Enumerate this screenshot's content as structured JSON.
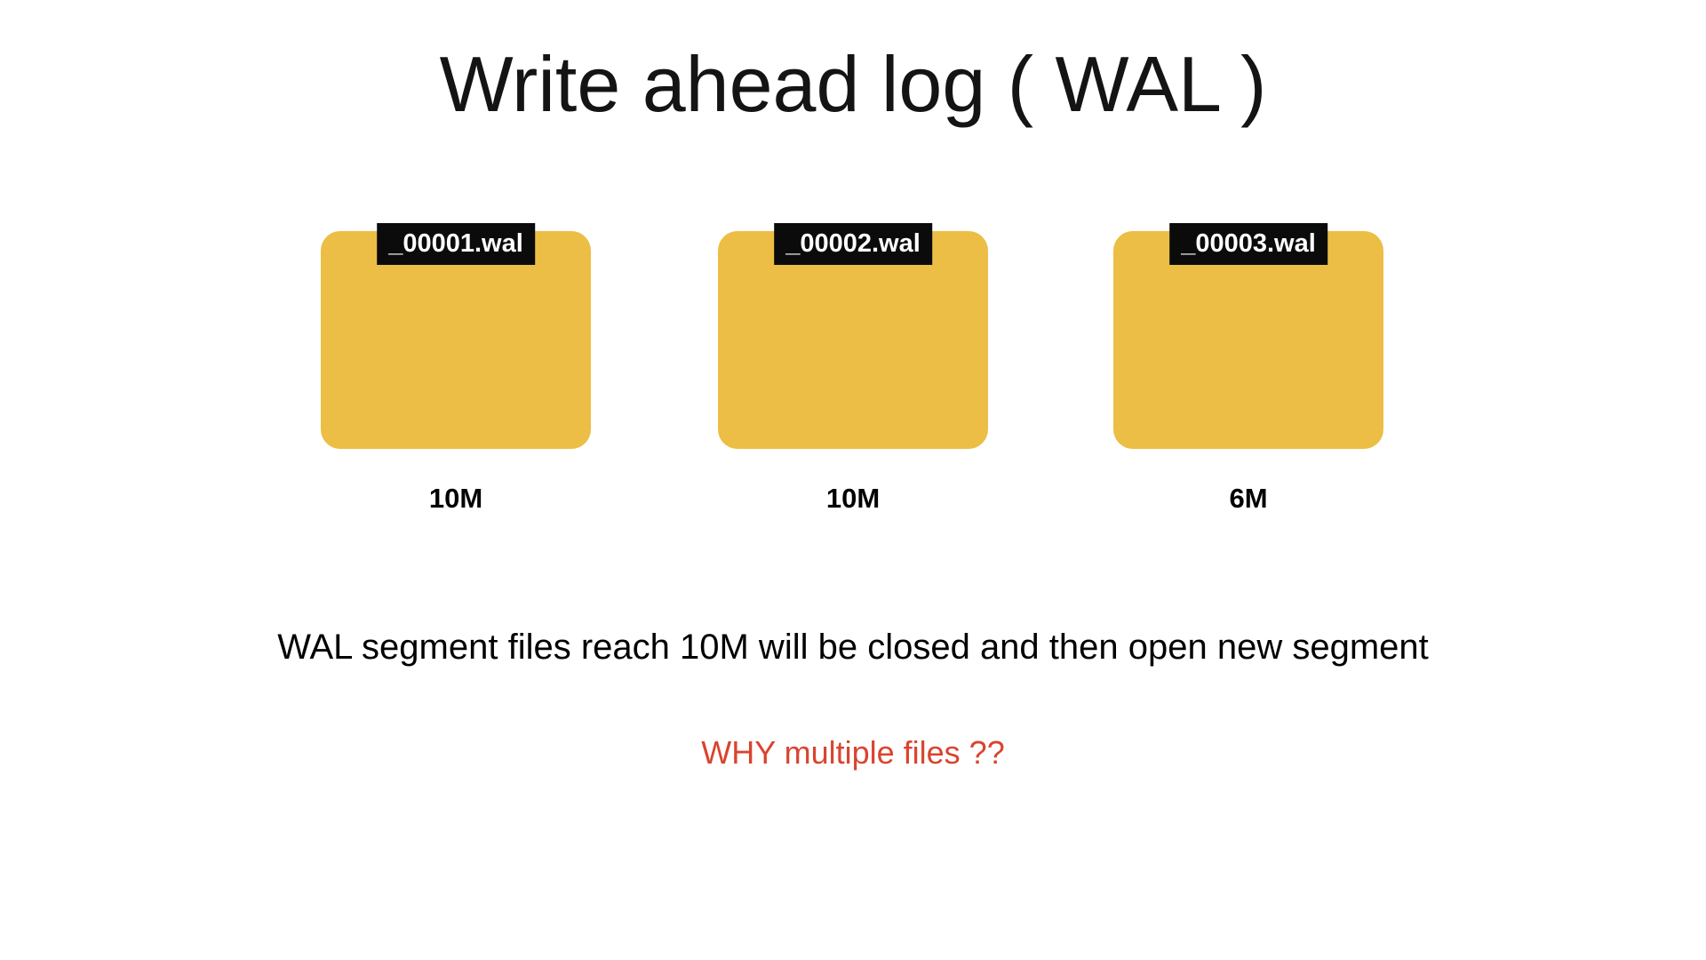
{
  "slide": {
    "title": "Write ahead log ( WAL )",
    "caption": "WAL segment files reach 10M will be closed and then open new segment",
    "question": "WHY multiple files ??"
  },
  "segments": [
    {
      "file": "_00001.wal",
      "size": "10M"
    },
    {
      "file": "_00002.wal",
      "size": "10M"
    },
    {
      "file": "_00003.wal",
      "size": "6M"
    }
  ],
  "colors": {
    "background": "#FFFFFF",
    "segment_fill": "#ECBE45",
    "file_label_bg": "#0B0B0B",
    "file_label_text": "#FFFFFF",
    "title_text": "#141414",
    "caption_text": "#000000",
    "question_text": "#D9442F",
    "size_text": "#000000"
  }
}
